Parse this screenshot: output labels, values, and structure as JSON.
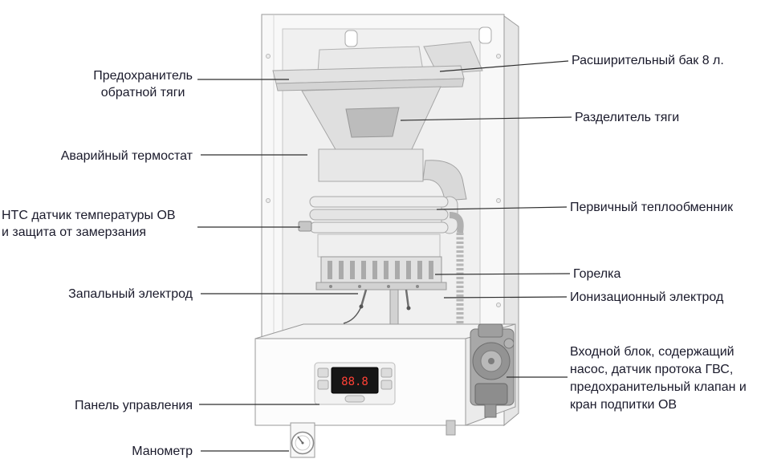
{
  "colors": {
    "text": "#1a1a2b",
    "line": "#2e2e2e",
    "display_digits": "#ff4136"
  },
  "labels": {
    "left": [
      {
        "name": "backdraft-fuse",
        "text": "Предохранитель\nобратной тяги"
      },
      {
        "name": "emergency-thermostat",
        "text": "Аварийный термостат"
      },
      {
        "name": "ntc-sensor",
        "text": "НТС датчик температуры ОВ\nи защита от замерзания"
      },
      {
        "name": "ignition-electrode",
        "text": "Запальный электрод"
      },
      {
        "name": "control-panel",
        "text": "Панель управления"
      },
      {
        "name": "manometer",
        "text": "Манометр"
      }
    ],
    "right": [
      {
        "name": "expansion-tank",
        "text": "Расширительный бак 8 л."
      },
      {
        "name": "draft-divider",
        "text": "Разделитель тяги"
      },
      {
        "name": "primary-heat-exchanger",
        "text": "Первичный теплообменник"
      },
      {
        "name": "burner",
        "text": "Горелка"
      },
      {
        "name": "ionization-electrode",
        "text": "Ионизационный электрод"
      },
      {
        "name": "inlet-block",
        "text": "Входной блок, содержащий\nнасос, датчик протока ГВС,\nпредохранительный клапан и\nкран подпитки ОВ"
      }
    ]
  },
  "display": {
    "value": "88.8"
  }
}
